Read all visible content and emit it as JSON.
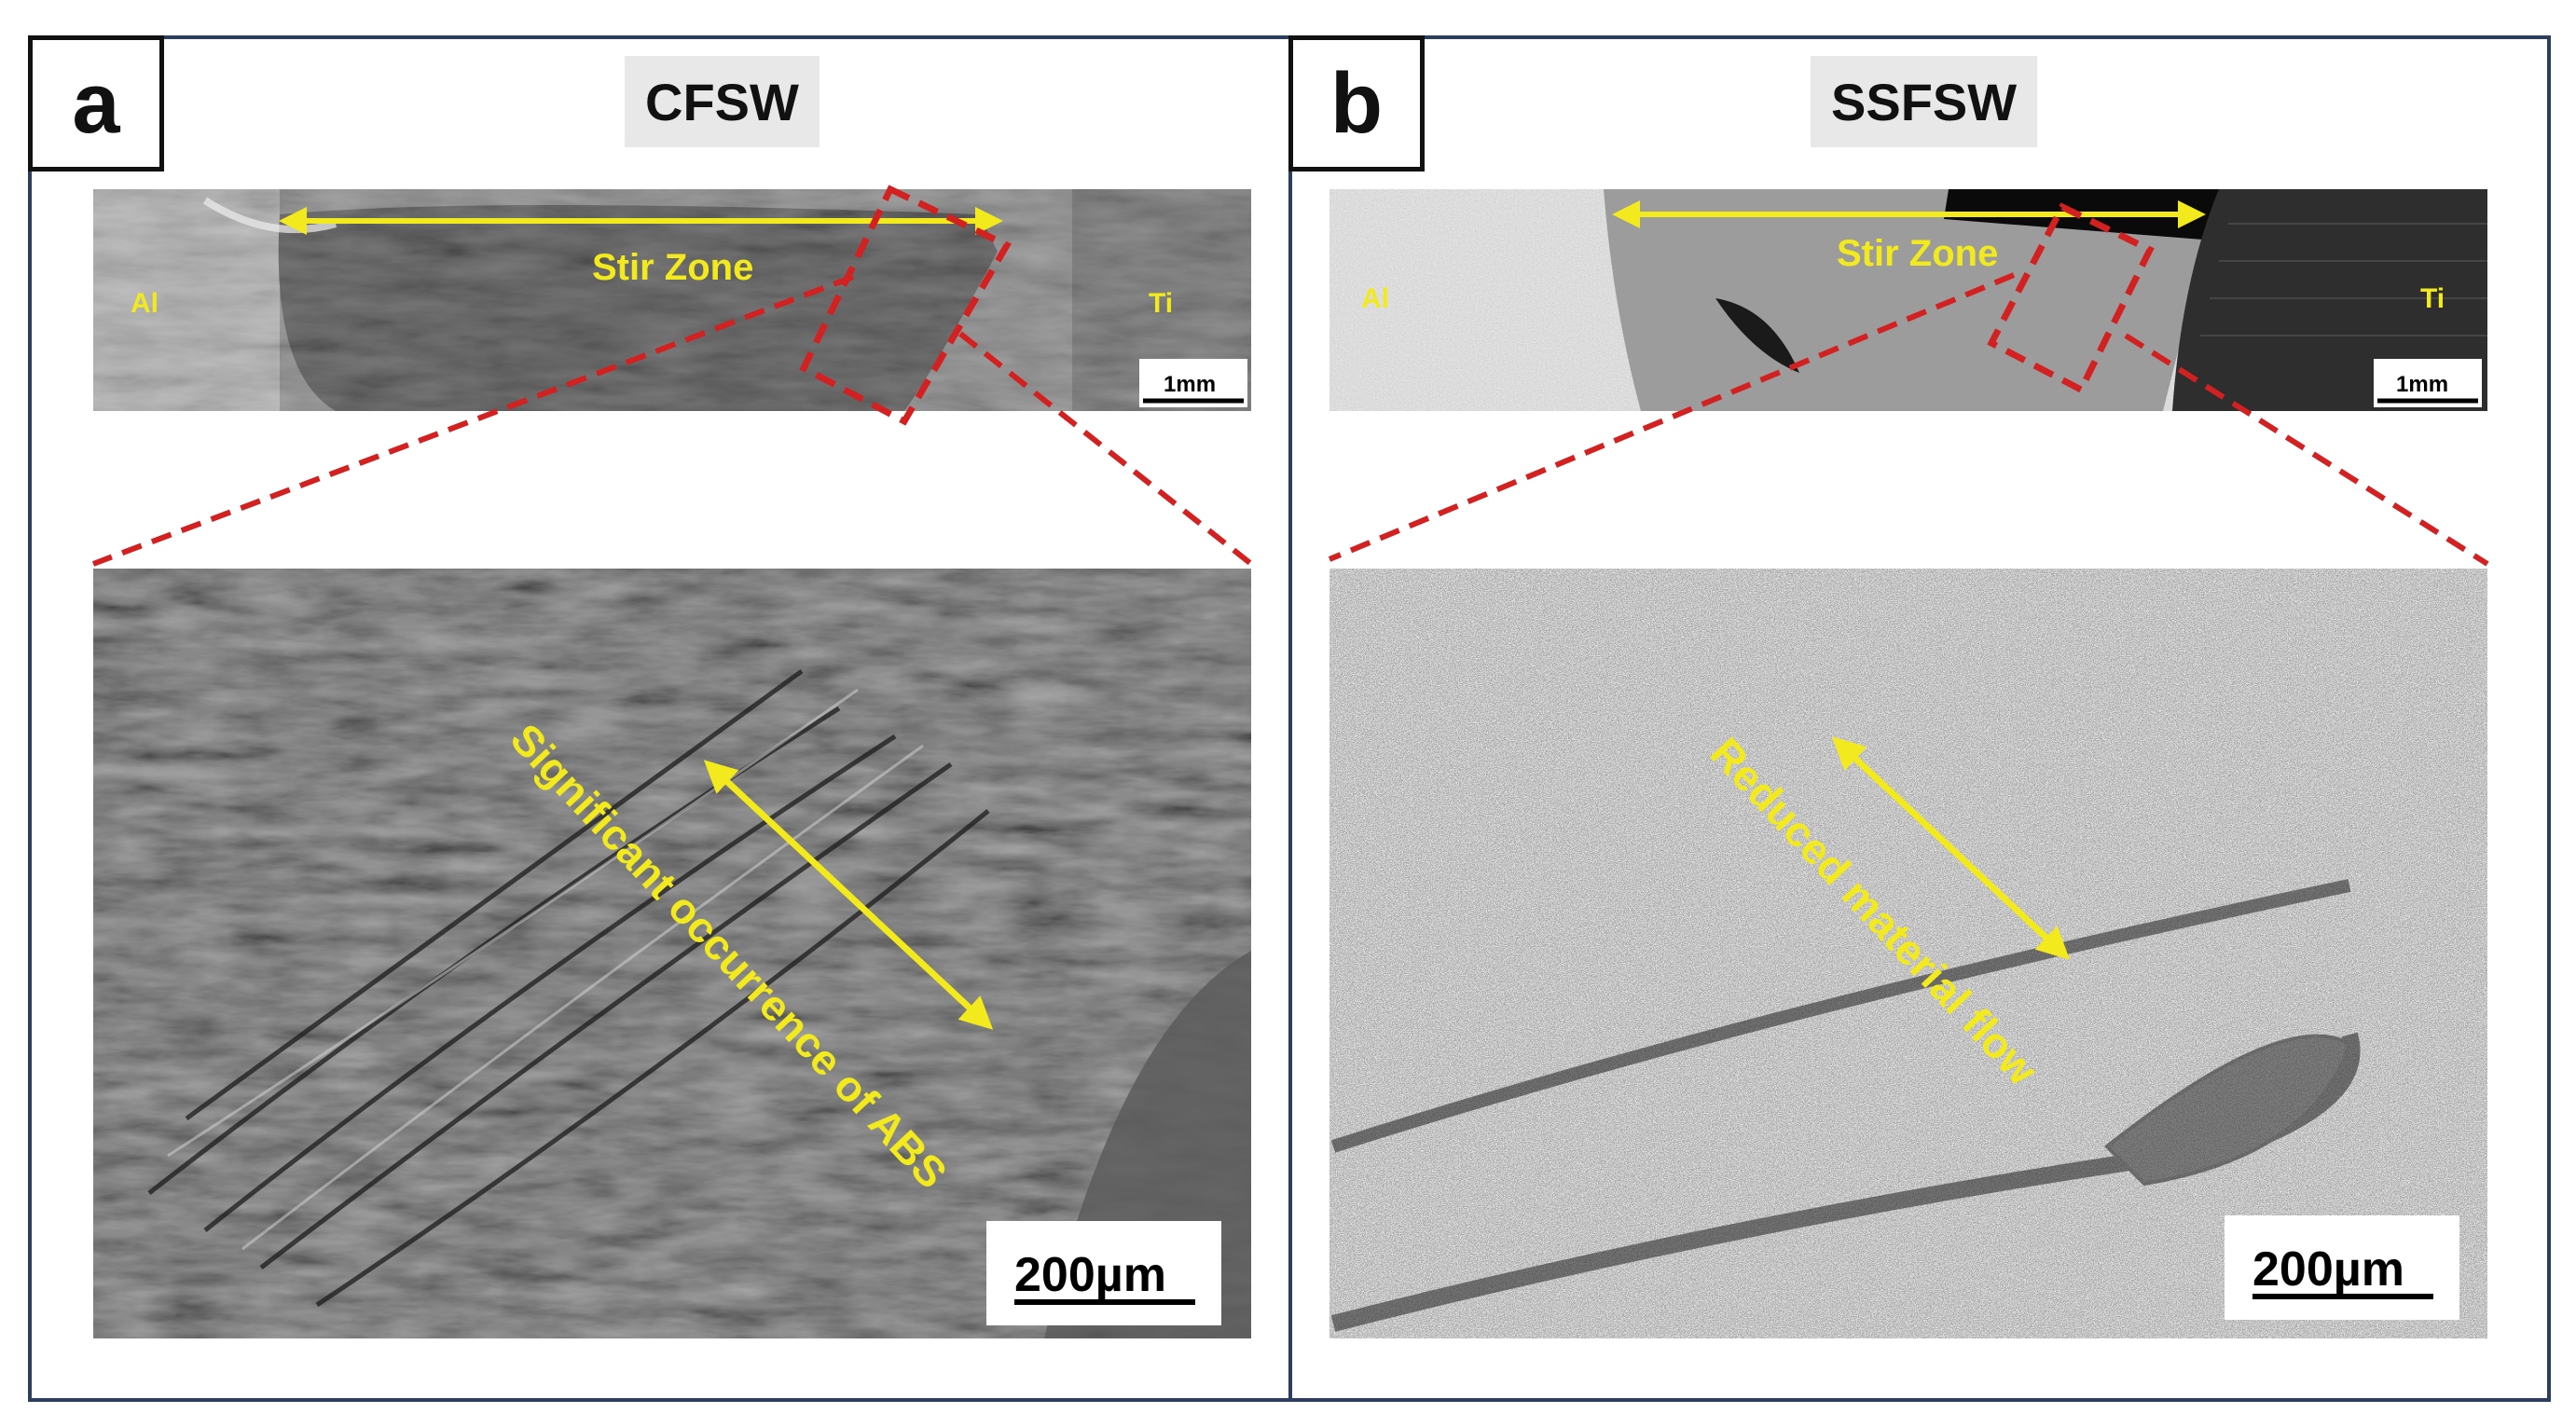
{
  "panels": [
    {
      "letter": "a",
      "title": "CFSW",
      "overview": {
        "left_label": "Al",
        "right_label": "Ti",
        "zone_label": "Stir Zone",
        "scale": "1mm"
      },
      "detail": {
        "annotation": "Significant occurrence of ABS",
        "scale": "200µm"
      }
    },
    {
      "letter": "b",
      "title": "SSFSW",
      "overview": {
        "left_label": "Al",
        "right_label": "Ti",
        "zone_label": "Stir Zone",
        "scale": "1mm"
      },
      "detail": {
        "annotation": "Reduced material flow",
        "scale": "200µm"
      }
    }
  ],
  "colors": {
    "frame": "#2c3e5c",
    "annotation": "#f2ea1c",
    "zoom_box": "#d32020",
    "label_box": "#e8e8e8"
  }
}
